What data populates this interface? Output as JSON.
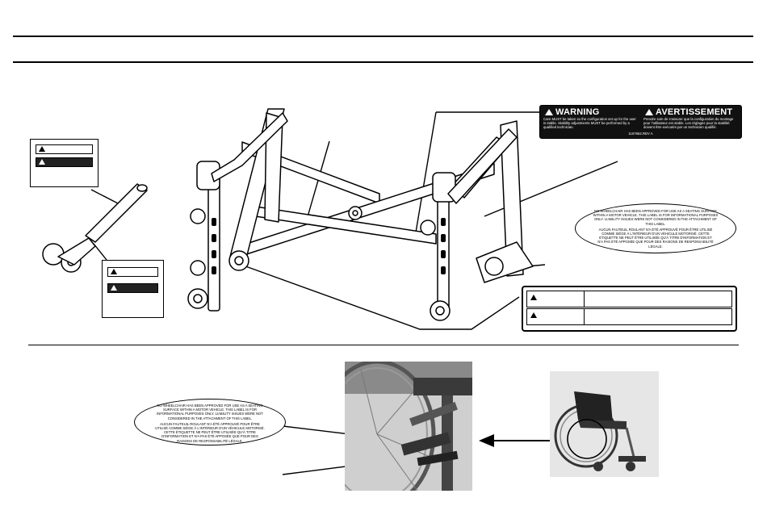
{
  "warning_label": {
    "heading_en": "WARNING",
    "heading_fr": "AVERTISSEMENT",
    "body_en": "Care MUST be taken so the configuration set up for the user is stable. Stability adjustments MUST be performed by a qualified technician.",
    "body_fr": "Prendre soin de s'assurer que la configuration du montage pour l'utilisateur est stable. Les réglages pour la stabilité doivent être exécutés par un technicien qualifié.",
    "reference": "1167662.REV A"
  },
  "transport_label_top": {
    "en": "NO WHEELCHAIR HAS BEEN APPROVED FOR USE AS A SEATING SURFACE WITHIN A MOTOR VEHICLE. THIS LABEL IS FOR INFORMATIONAL PURPOSES ONLY. LIABILITY ISSUES WERE NOT CONSIDERED IN THE ATTACHMENT OF THIS LABEL.",
    "fr": "AUCUN FAUTEUIL ROULANT N'A ÉTÉ APPROUVÉ POUR ÊTRE UTILISÉ COMME SIÈGE À L'INTÉRIEUR D'UN VÉHICULE MOTORISÉ. CETTE ÉTIQUETTE NE PEUT ÊTRE UTILISÉE QU'À TITRE D'INFORMATION ET N'A PAS ÉTÉ APPOSÉE QUE POUR DES RAISONS DE RESPONSABILITÉ LÉGALE."
  },
  "transport_label_bottom": {
    "en": "NO WHEELCHAIR HAS BEEN APPROVED FOR USE AS A SEATING SURFACE WITHIN A MOTOR VEHICLE. THIS LABEL IS FOR INFORMATIONAL PURPOSES ONLY. LIABILITY ISSUES WERE NOT CONSIDERED IN THE ATTACHMENT OF THIS LABEL.",
    "fr": "AUCUN FAUTEUIL ROULANT N'A ÉTÉ APPROUVÉ POUR ÊTRE UTILISÉ COMME SIÈGE À L'INTÉRIEUR D'UN VÉHICULE MOTORISÉ. CETTE ÉTIQUETTE NE PEUT ÊTRE UTILISÉE QU'À TITRE D'INFORMATION ET N'A PAS ÉTÉ APPOSÉE QUE POUR DES RAISONS DE RESPONSABILITÉ LÉGALE."
  }
}
